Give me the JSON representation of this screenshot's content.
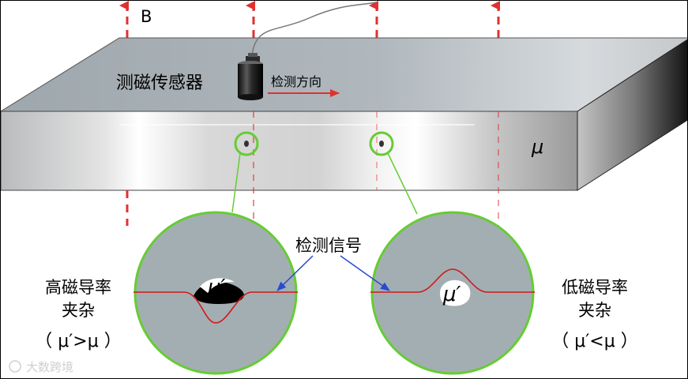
{
  "field_label": "B",
  "sensor_label": "测磁传感器",
  "direction_label": "检测方向",
  "mu_label": "μ",
  "signal_label": "检测信号",
  "inclusion_mu_label": "μ′",
  "left_caption": {
    "line1": "高磁导率",
    "line2": "夹杂",
    "line3": "（ μ′>μ ）"
  },
  "right_caption": {
    "line1": "低磁导率",
    "line2": "夹杂",
    "line3": "（ μ′<μ ）"
  },
  "watermark": "大数跨境",
  "colors": {
    "field_arrow": "#e03030",
    "signal_curve": "#d01818",
    "circle_border": "#66cc33",
    "pointer_arrow": "#2a4ad0",
    "plate_top": "#a9b3b9",
    "plate_side": "#333333"
  }
}
